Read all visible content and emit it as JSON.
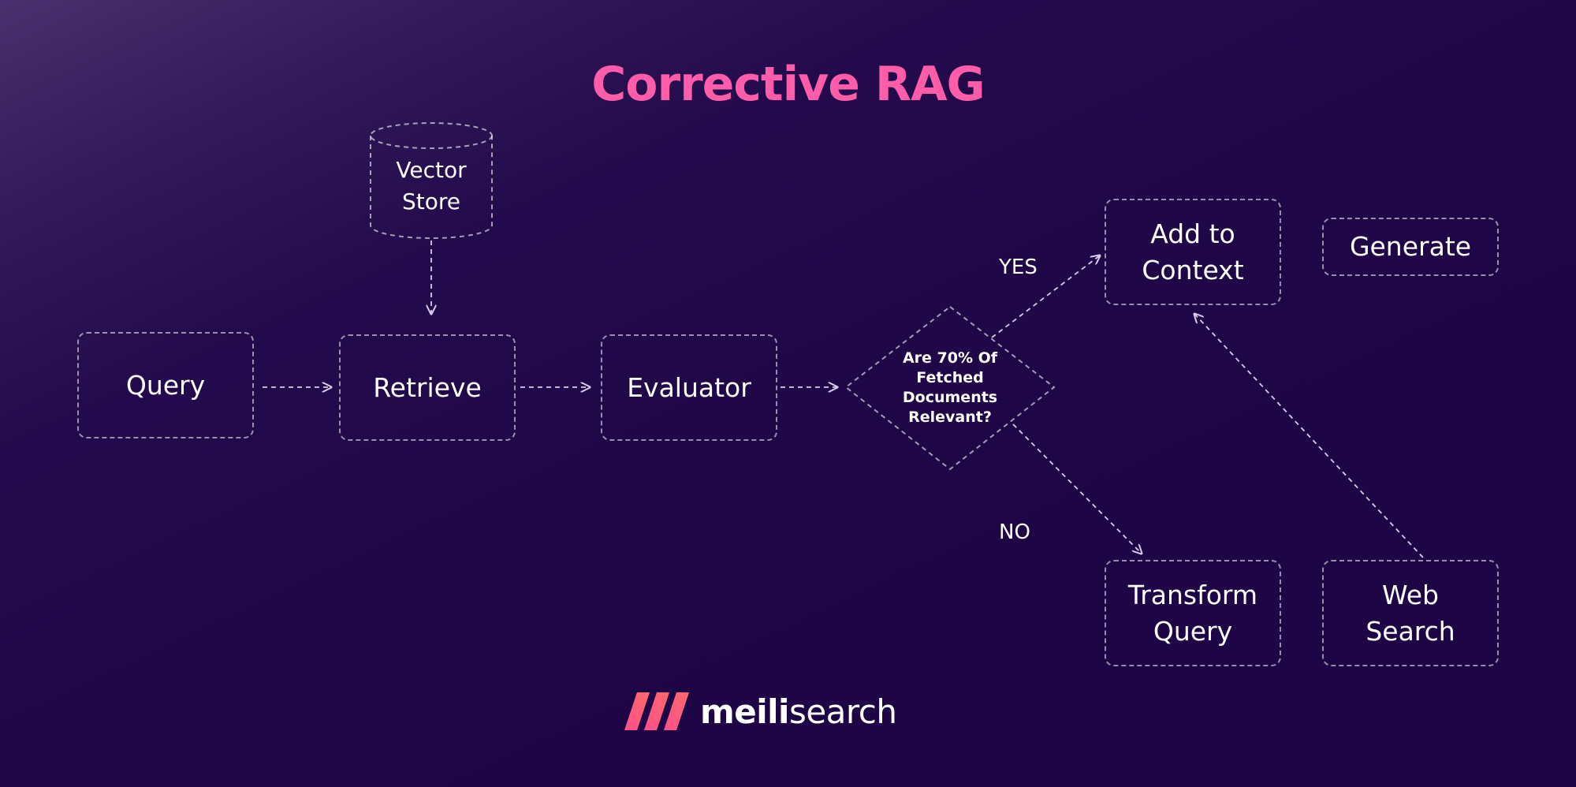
{
  "title": "Corrective RAG",
  "nodes": {
    "vector_store": "Vector\nStore",
    "query": "Query",
    "retrieve": "Retrieve",
    "evaluator": "Evaluator",
    "decision": "Are 70% Of\nFetched\nDocuments\nRelevant?",
    "add_to_context": "Add to\nContext",
    "generate": "Generate",
    "transform_query": "Transform\nQuery",
    "web_search": "Web\nSearch"
  },
  "edge_labels": {
    "yes": "YES",
    "no": "NO"
  },
  "brand": {
    "bold": "meili",
    "regular": "search"
  },
  "colors": {
    "title": "#ff5caa",
    "background": "#1f0747",
    "line": "#d8cde8",
    "logo": "#ff4f8b"
  }
}
